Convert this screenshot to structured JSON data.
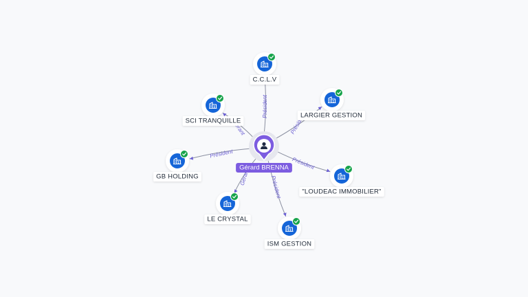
{
  "center": {
    "name": "Gérard BRENNA",
    "icon": "person-icon",
    "accent": "#7c5ce0"
  },
  "companies": [
    {
      "name": "C.C.L.V",
      "relation": "Président",
      "icon": "building-icon",
      "verified": true
    },
    {
      "name": "LARGIER GESTION",
      "relation": "Préside",
      "icon": "building-icon",
      "verified": true
    },
    {
      "name": "\"LOUDEAC IMMOBILIER\"",
      "relation": "Président",
      "icon": "building-icon",
      "verified": true
    },
    {
      "name": "ISM GESTION",
      "relation": "Président",
      "icon": "building-icon",
      "verified": true
    },
    {
      "name": "LE CRYSTAL",
      "relation": "Gérant",
      "icon": "building-icon",
      "verified": true
    },
    {
      "name": "GB HOLDING",
      "relation": "Président",
      "icon": "building-icon",
      "verified": true
    },
    {
      "name": "SCI TRANQUILLE",
      "relation": "Gérant",
      "icon": "building-icon",
      "verified": true
    }
  ],
  "colors": {
    "node_blue": "#1565d8",
    "check_green": "#16a34a",
    "edge": "#8a8fa0",
    "edge_label": "#6b5fd3"
  }
}
